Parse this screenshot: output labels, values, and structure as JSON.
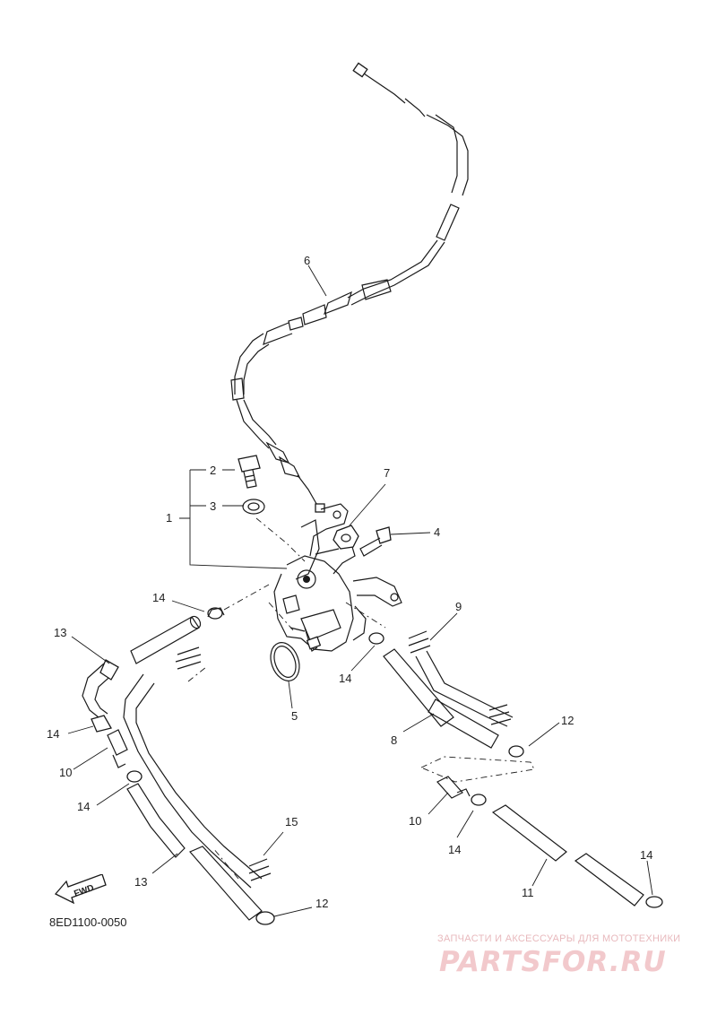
{
  "diagram": {
    "code": "8ED1100-0050",
    "direction_label": "FWD",
    "callouts": [
      "1",
      "2",
      "3",
      "4",
      "5",
      "6",
      "7",
      "8",
      "9",
      "10",
      "10",
      "11",
      "12",
      "12",
      "13",
      "13",
      "14",
      "14",
      "14",
      "14",
      "14",
      "14",
      "15"
    ]
  },
  "watermark": {
    "tagline": "ЗАПЧАСТИ И АКСЕССУАРЫ ДЛЯ МОТОТЕХНИКИ",
    "logo": "PARTSFOR.RU",
    "color": "#f2c9cc"
  }
}
